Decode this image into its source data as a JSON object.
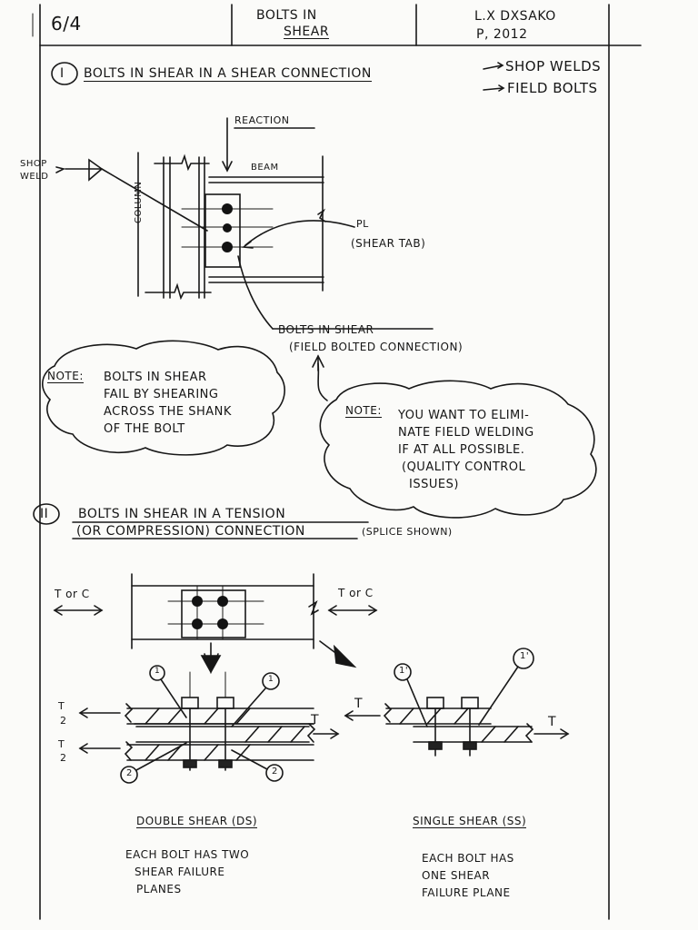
{
  "header": {
    "page_no": "6/4",
    "title_line1": "BOLTS IN",
    "title_line2": "SHEAR",
    "author_line1": "L.X DXSAKO",
    "author_line2": "P, 2012"
  },
  "section1": {
    "numeral": "I",
    "heading": "BOLTS IN SHEAR IN A SHEAR CONNECTION",
    "arrow_note_1": "SHOP WELDS",
    "arrow_note_2": "FIELD BOLTS",
    "labels": {
      "reaction": "REACTION",
      "beam": "BEAM",
      "column": "COLUMN",
      "shop_weld_1": "SHOP",
      "shop_weld_2": "WELD",
      "plate_symbol": "PL",
      "shear_tab": "(SHEAR TAB)",
      "bolts_in_shear": "BOLTS IN SHEAR",
      "field_bolted": "(FIELD BOLTED CONNECTION)"
    },
    "note_left": {
      "title": "NOTE:",
      "lines": [
        "BOLTS IN SHEAR",
        "FAIL BY SHEARING",
        "ACROSS THE SHANK",
        "OF THE BOLT"
      ]
    },
    "note_right": {
      "title": "NOTE:",
      "lines": [
        "YOU WANT TO ELIMI-",
        "NATE FIELD WELDING",
        "IF AT ALL POSSIBLE.",
        "(QUALITY CONTROL",
        "ISSUES)"
      ]
    }
  },
  "section2": {
    "numeral": "II",
    "heading_line1": "BOLTS IN SHEAR IN A TENSION",
    "heading_line2": "(OR COMPRESSION) CONNECTION",
    "splice_note": "(SPLICE SHOWN)",
    "labels": {
      "t_or_c_left": "T or C",
      "t_or_c_right": "T or C",
      "t_half": "T",
      "t_half_den": "2",
      "t_right": "T",
      "t_left_ss": "T",
      "t_right_ss": "T",
      "circle_1": "1",
      "circle_2": "2",
      "circle_1p": "1'"
    },
    "double_shear": {
      "title": "DOUBLE SHEAR (DS)",
      "lines": [
        "EACH BOLT HAS TWO",
        "SHEAR FAILURE",
        "PLANES"
      ]
    },
    "single_shear": {
      "title": "SINGLE SHEAR (SS)",
      "lines": [
        "EACH BOLT HAS",
        "ONE SHEAR",
        "FAILURE PLANE"
      ]
    }
  }
}
